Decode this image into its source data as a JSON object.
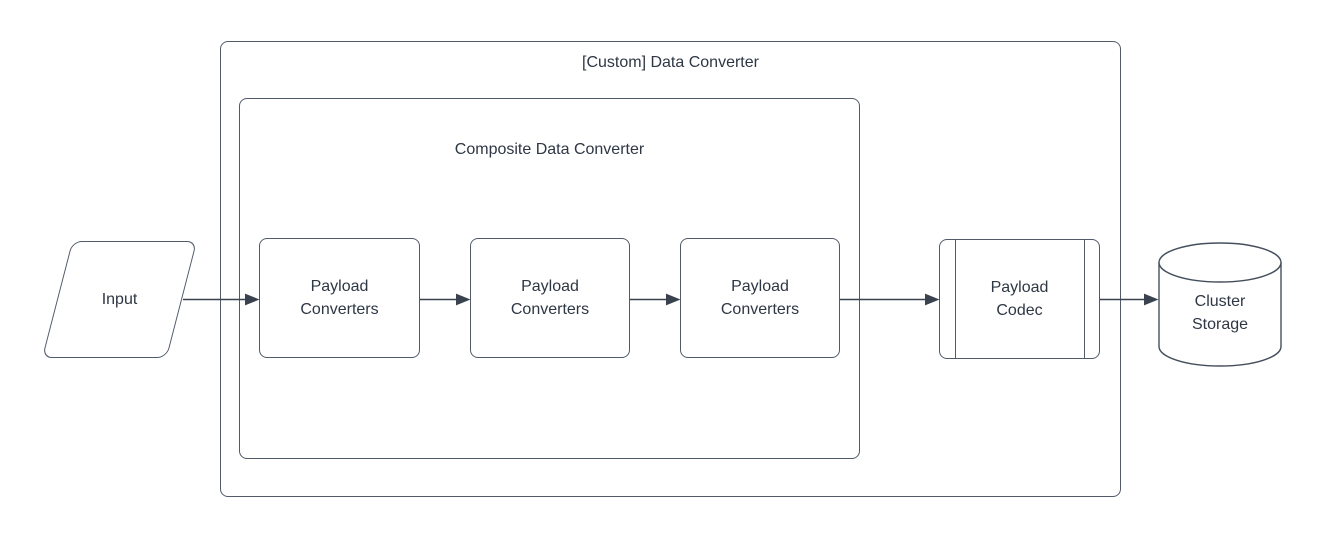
{
  "diagram": {
    "outer_group": {
      "title": "[Custom] Data Converter"
    },
    "inner_group": {
      "title": "Composite Data Converter"
    },
    "nodes": {
      "input": {
        "label": "Input",
        "shape": "parallelogram"
      },
      "converter1": {
        "label": "Payload Converters",
        "shape": "process"
      },
      "converter2": {
        "label": "Payload Converters",
        "shape": "process"
      },
      "converter3": {
        "label": "Payload Converters",
        "shape": "process"
      },
      "codec": {
        "label": "Payload Codec",
        "shape": "subroutine"
      },
      "storage": {
        "label": "Cluster Storage",
        "shape": "cylinder"
      }
    },
    "edges": [
      {
        "from": "input",
        "to": "converter1"
      },
      {
        "from": "converter1",
        "to": "converter2"
      },
      {
        "from": "converter2",
        "to": "converter3"
      },
      {
        "from": "converter3",
        "to": "codec"
      },
      {
        "from": "codec",
        "to": "storage"
      }
    ],
    "colors": {
      "background": "#ffffff",
      "shape_stroke": "#505a68",
      "arrow": "#39424e",
      "text": "#2e3744"
    }
  }
}
